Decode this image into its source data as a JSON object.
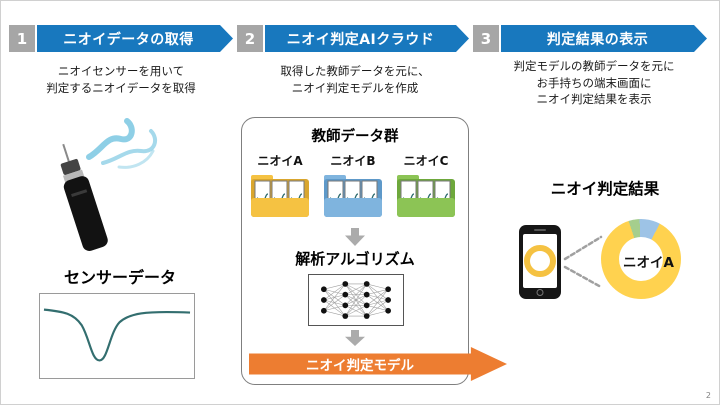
{
  "page_number": "2",
  "steps": [
    {
      "number": "1",
      "title": "ニオイデータの取得",
      "description": "ニオイセンサーを用いて\n判定するニオイデータを取得",
      "sensor_data_label": "センサーデータ"
    },
    {
      "number": "2",
      "title": "ニオイ判定AIクラウド",
      "description": "取得した教師データを元に、\nニオイ判定モデルを作成",
      "training_group_title": "教師データ群",
      "folders": [
        {
          "label": "ニオイA"
        },
        {
          "label": "ニオイB"
        },
        {
          "label": "ニオイC"
        }
      ],
      "algorithm_title": "解析アルゴリズム",
      "model_banner": "ニオイ判定モデル"
    },
    {
      "number": "3",
      "title": "判定結果の表示",
      "description": "判定モデルの教師データを元に\nお手持ちの端末画面に\nニオイ判定結果を表示",
      "result_title": "ニオイ判定結果",
      "donut_label": "ニオイA"
    }
  ],
  "colors": {
    "banner_blue": "#1878BE",
    "number_gray": "#A6A6A6",
    "model_orange": "#ED7D31",
    "folder_yellow": "#F5C242",
    "folder_blue": "#7FB4DE",
    "folder_green": "#8CC455",
    "donut_yellow": "#FFD24F",
    "donut_blue": "#9DC3E6",
    "donut_green": "#A5CE8D",
    "waveform_teal": "#336E6F"
  }
}
